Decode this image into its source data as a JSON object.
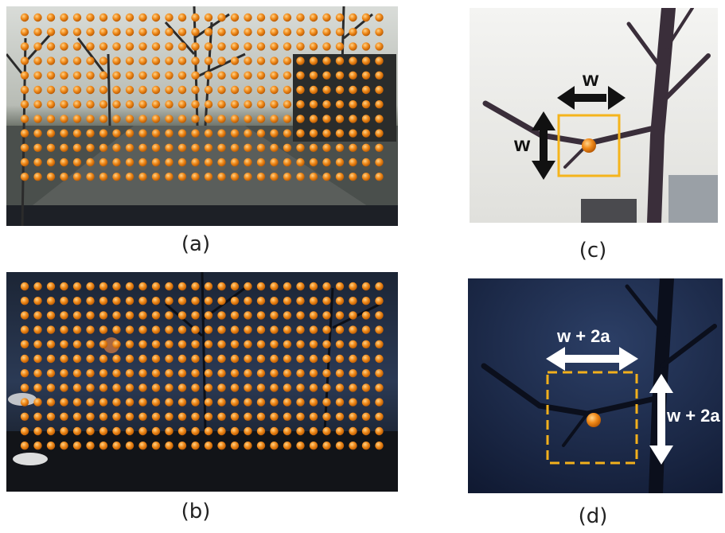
{
  "panels": [
    {
      "id": "a",
      "caption": "(a)",
      "scene": "day street grid"
    },
    {
      "id": "b",
      "caption": "(b)",
      "scene": "night street grid"
    },
    {
      "id": "c",
      "caption": "(c)",
      "label_w_top": "w",
      "label_w_left": "w"
    },
    {
      "id": "d",
      "caption": "(d)",
      "label_top": "w + 2a",
      "label_right": "w + 2a"
    }
  ],
  "colors": {
    "dot": "#f08a1a",
    "box_solid": "#f5b41c",
    "box_dashed": "#f2b01c",
    "arrow_dark": "#111111",
    "arrow_light": "#ffffff"
  },
  "grid": {
    "rows": 12,
    "cols": 28
  }
}
